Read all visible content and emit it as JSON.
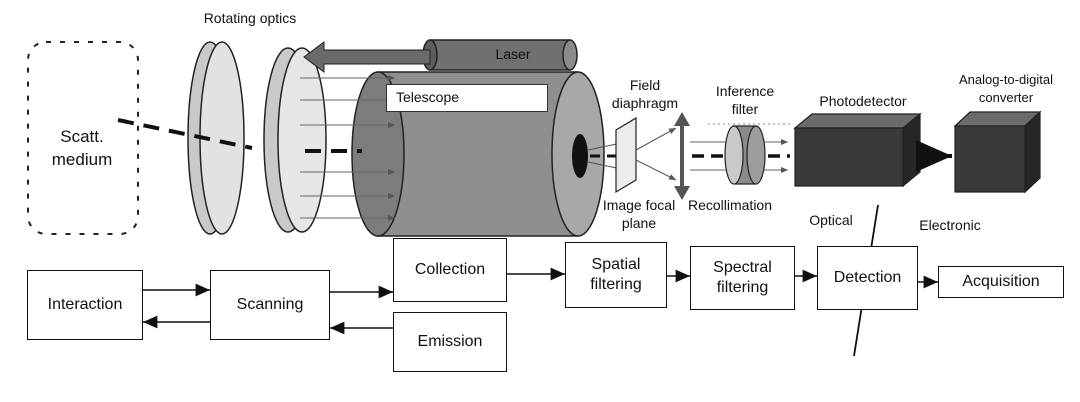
{
  "labels": {
    "rotating_optics": "Rotating optics",
    "laser": "Laser",
    "telescope": "Telescope",
    "field_diaphragm_1": "Field",
    "field_diaphragm_2": "diaphragm",
    "inference_filter_1": "Inference",
    "inference_filter_2": "filter",
    "photodetector": "Photodetector",
    "adc_1": "Analog-to-digital",
    "adc_2": "converter",
    "scatt_medium_1": "Scatt.",
    "scatt_medium_2": "medium",
    "image_focal_plane_1": "Image focal",
    "image_focal_plane_2": "plane",
    "recollimation": "Recollimation",
    "optical": "Optical",
    "electronic": "Electronic"
  },
  "flow": {
    "interaction": "Interaction",
    "scanning": "Scanning",
    "collection": "Collection",
    "emission": "Emission",
    "spatial_filtering": "Spatial\nfiltering",
    "spectral_filtering": "Spectral\nfiltering",
    "detection": "Detection",
    "acquisition": "Acquisition"
  },
  "colors": {
    "telescope_fill": "#8f8f8f",
    "laser_fill": "#707070",
    "detector_fill": "#3a3a3a",
    "lens_fill": "#d9d9d9",
    "line": "#111111"
  }
}
